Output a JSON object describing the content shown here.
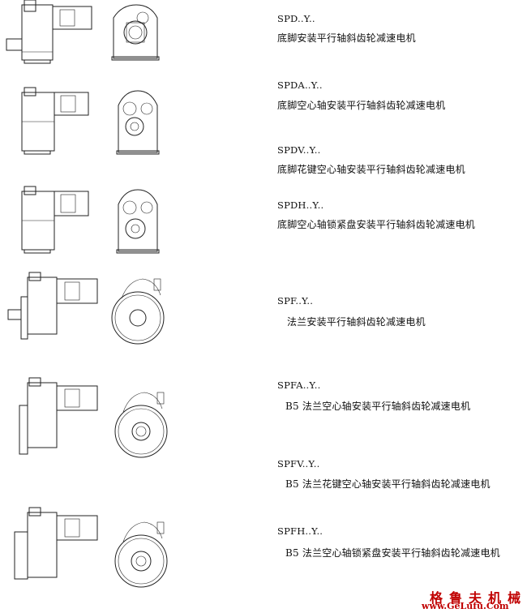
{
  "variants": [
    {
      "code": "SPD..Y..",
      "desc": "底脚安装平行轴斜齿轮减速电机"
    },
    {
      "code": "SPDA..Y..",
      "desc": "底脚空心轴安装平行轴斜齿轮减速电机"
    },
    {
      "code": "SPDV..Y..",
      "desc": "底脚花键空心轴安装平行轴斜齿轮减速电机"
    },
    {
      "code": "SPDH..Y..",
      "desc": "底脚空心轴锁紧盘安装平行轴斜齿轮减速电机"
    },
    {
      "code": "SPF..Y..",
      "desc": "法兰安装平行轴斜齿轮减速电机"
    },
    {
      "code": "SPFA..Y..",
      "desc": "B5 法兰空心轴安装平行轴斜齿轮减速电机"
    },
    {
      "code": "SPFV..Y..",
      "desc": "B5 法兰花键空心轴安装平行轴斜齿轮减速电机"
    },
    {
      "code": "SPFH..Y..",
      "desc": "B5 法兰空心轴锁紧盘安装平行轴斜齿轮减速电机"
    }
  ],
  "watermark": {
    "cn": "格鲁夫机械",
    "en": "www.GeLufu.Com"
  }
}
